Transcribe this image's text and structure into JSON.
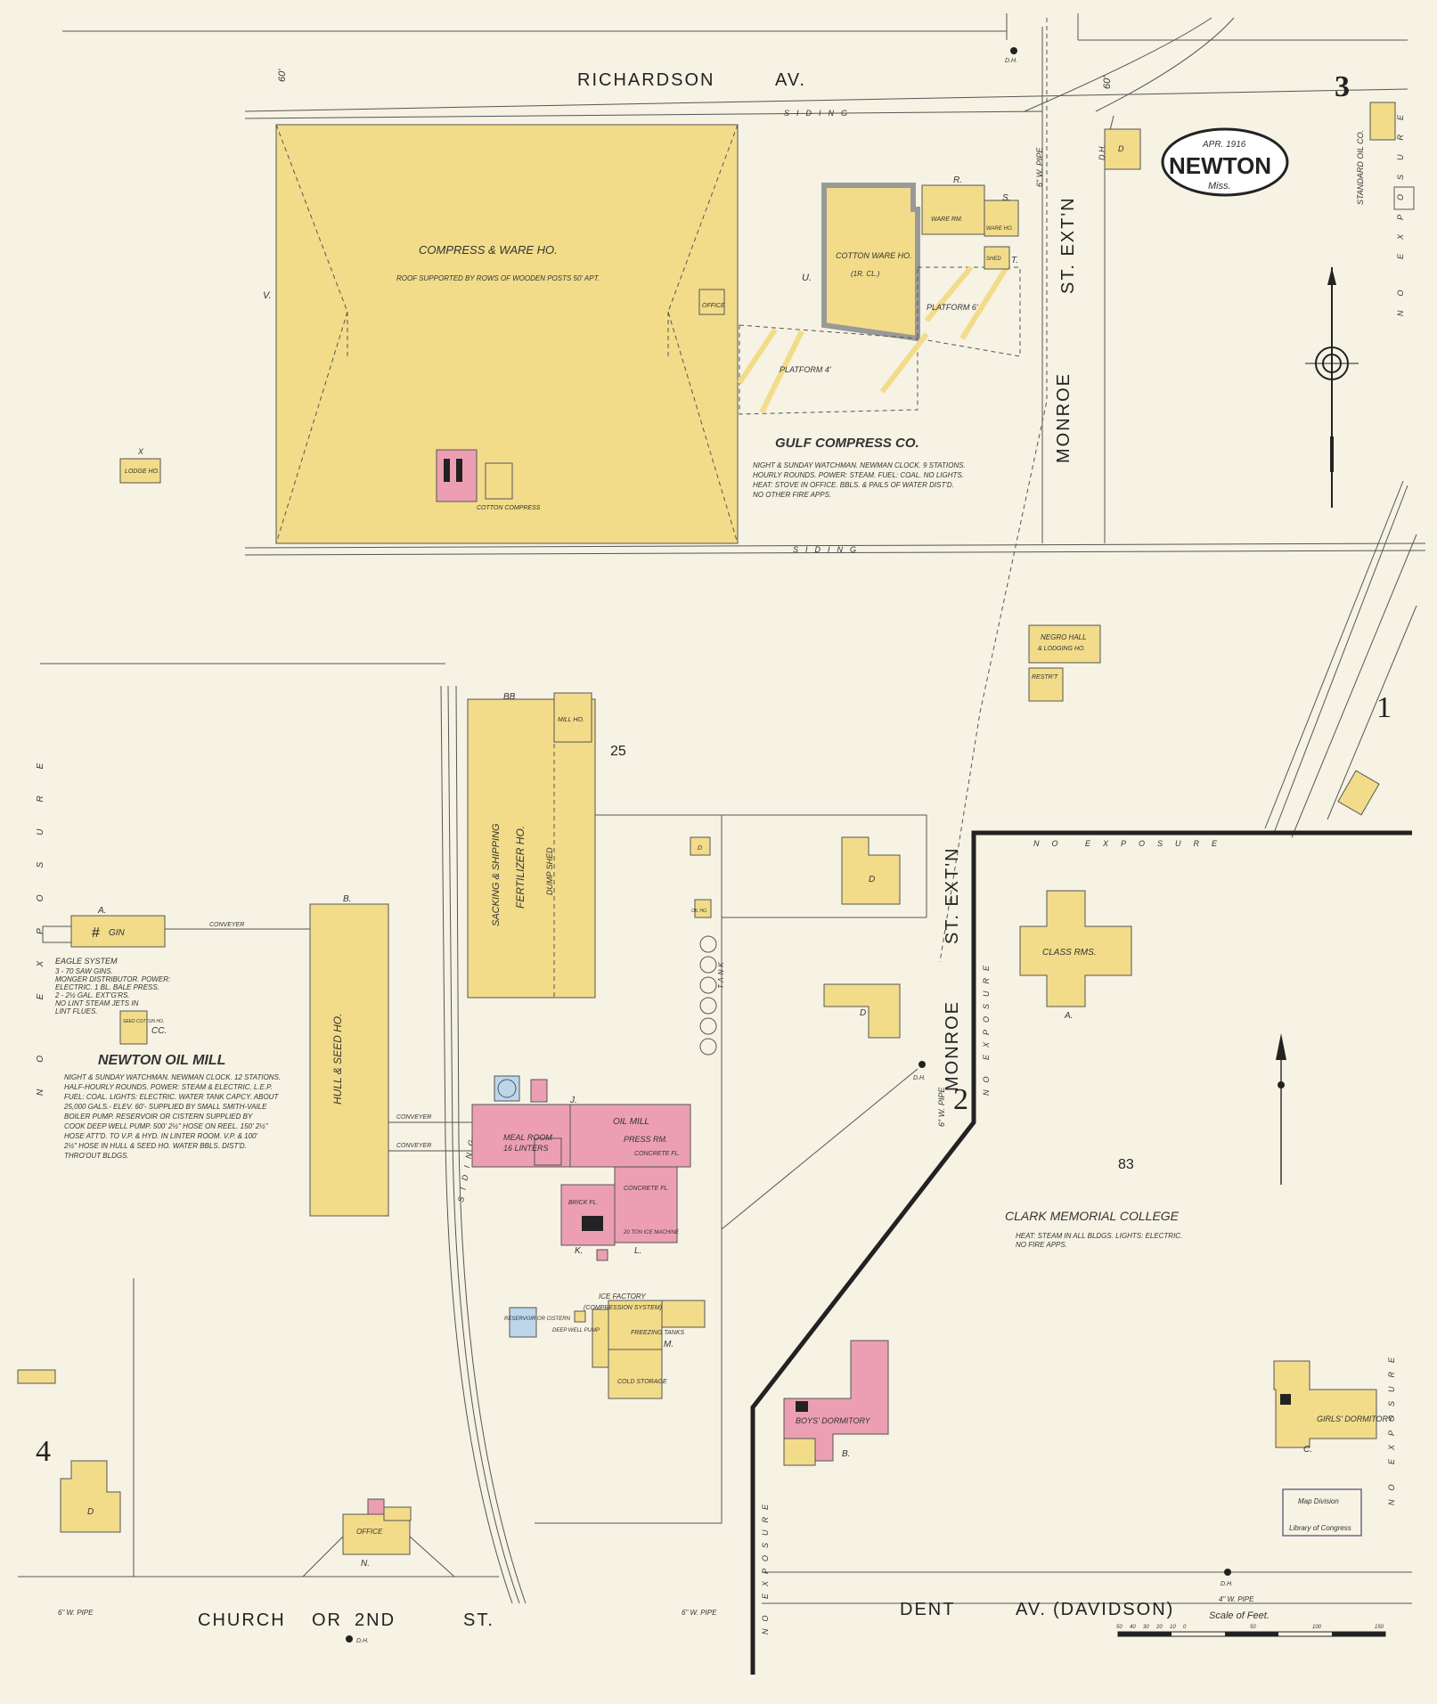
{
  "header": {
    "page_number": "3",
    "date": "APR. 1916",
    "town": "NEWTON",
    "state": "Miss."
  },
  "streets": {
    "richardson": "RICHARDSON",
    "richardson_av": "AV.",
    "monroe_north": "MONROE",
    "monroe_north_ext": "ST. EXT'N",
    "monroe_south": "MONROE",
    "monroe_south_ext": "ST. EXT'N",
    "church_or": "CHURCH",
    "church_mid": "OR",
    "church_2nd": "2ND",
    "church_st": "ST.",
    "dent": "DENT",
    "dent_av": "AV.",
    "dent_davidson": "(DAVIDSON)"
  },
  "labels": {
    "compress_title": "COMPRESS & WARE HO.",
    "compress_sub": "ROOF SUPPORTED BY ROWS OF WOODEN POSTS 50' APT.",
    "cotton_ware": "COTTON WARE HO.",
    "cotton_ware_sub": "(1R. CL.)",
    "platform_6": "PLATFORM 6'",
    "platform_4": "PLATFORM 4'",
    "gulf_compress": "GULF COMPRESS CO.",
    "gulf_notes": [
      "NIGHT & SUNDAY WATCHMAN. NEWMAN CLOCK. 9 STATIONS.",
      "HOURLY ROUNDS. POWER: STEAM. FUEL: COAL. NO LIGHTS.",
      "HEAT: STOVE IN OFFICE. BBLS. & PAILS OF WATER DIST'D.",
      "NO OTHER FIRE APPS."
    ],
    "lodge_ho": "LODGE HO.",
    "office": "OFFICE",
    "ware_rm": "WARE RM.",
    "ware_ho": "WARE HO.",
    "shed": "SHED",
    "cotton_compress": "COTTON COMPRESS",
    "negro_hall": "NEGRO HALL",
    "lodging_ho": "& LODGING HO.",
    "restr": "RESTR'T",
    "sacking": "SACKING & SHIPPING",
    "fertilizer": "FERTILIZER HO.",
    "dump_shed": "DUMP SHED",
    "mill_ho": "MILL HO.",
    "hull_seed": "HULL & SEED HO.",
    "gin": "GIN",
    "conveyer": "CONVEYER",
    "eagle": "EAGLE SYSTEM",
    "eagle_notes": [
      "3 - 70 SAW GINS.",
      "MONGER DISTRIBUTOR. POWER:",
      "ELECTRIC. 1 BL. BALE PRESS.",
      "2 - 2½ GAL. EXT'G'RS.",
      "NO LINT STEAM JETS IN",
      "LINT FLUES."
    ],
    "seed_cotton": "SEED COTTON HO.",
    "oil_mill_title": "NEWTON OIL MILL",
    "oil_mill_notes": [
      "NIGHT & SUNDAY WATCHMAN. NEWMAN CLOCK. 12 STATIONS.",
      "HALF-HOURLY ROUNDS. POWER: STEAM & ELECTRIC. L.E.P.",
      "FUEL: COAL. LIGHTS: ELECTRIC. WATER TANK CAPCY. ABOUT",
      "25,000 GALS.- ELEV. 60'- SUPPLIED BY SMALL SMITH-VAILE",
      "BOILER PUMP. RESERVOIR OR CISTERN SUPPLIED BY",
      "COOK DEEP WELL PUMP. 500' 2½\" HOSE ON REEL. 150' 2½\"",
      "HOSE ATT'D. TO V.P. & HYD. IN LINTER ROOM. V.P. & 100'",
      "2½\" HOSE IN HULL & SEED HO. WATER BBLS. DIST'D.",
      "THRO'OUT BLDGS."
    ],
    "oil_mill": "OIL MILL",
    "meal_room": "MEAL ROOM",
    "linters": "16 LINTERS",
    "press_rm": "PRESS RM.",
    "concrete_fl": "CONCRETE FL.",
    "brick_fl": "BRICK FL.",
    "ice_machine": "20 TON ICE MACHINE",
    "tank": "TANK",
    "oil_ho": "OIL HO.",
    "ice_factory": "ICE FACTORY",
    "compression": "(COMPRESSION SYSTEM)",
    "freezing": "FREEZING TANKS",
    "cold_storage": "COLD STORAGE",
    "reservoir": "RESERVOIR OR CISTERN",
    "deep_well": "DEEP WELL PUMP",
    "class_rms": "CLASS RMS.",
    "clark_title": "CLARK MEMORIAL COLLEGE",
    "clark_notes": [
      "HEAT: STEAM IN ALL BLDGS. LIGHTS: ELECTRIC.",
      "NO FIRE APPS."
    ],
    "boys_dorm": "BOYS' DORMITORY",
    "girls_dorm": "GIRLS' DORMITORY",
    "no_exposure": "NO EXPOSURE",
    "siding": "SIDING",
    "standard_oil": "STANDARD OIL CO.",
    "pipe_6w": "6\" W. PIPE",
    "pipe_4w": "4\" W. PIPE",
    "dh": "D.H.",
    "blk_25": "25",
    "blk_83": "83",
    "adj_1": "1",
    "adj_2": "2",
    "adj_4": "4",
    "scale": "Scale of Feet.",
    "scale_ticks": [
      "50",
      "40",
      "30",
      "20",
      "10",
      "0",
      "50",
      "100",
      "150"
    ],
    "stamp_1": "Map Division",
    "stamp_2": "Library of Congress",
    "frt_60": "60'",
    "d_mark": "D"
  },
  "colors": {
    "paper": "#f6f3e4",
    "frame_yellow": "#f2dc8a",
    "brick_pink": "#ec9fb3",
    "fireproof_blue": "#bcd6ea",
    "frame_gray": "#9a9a9a"
  }
}
